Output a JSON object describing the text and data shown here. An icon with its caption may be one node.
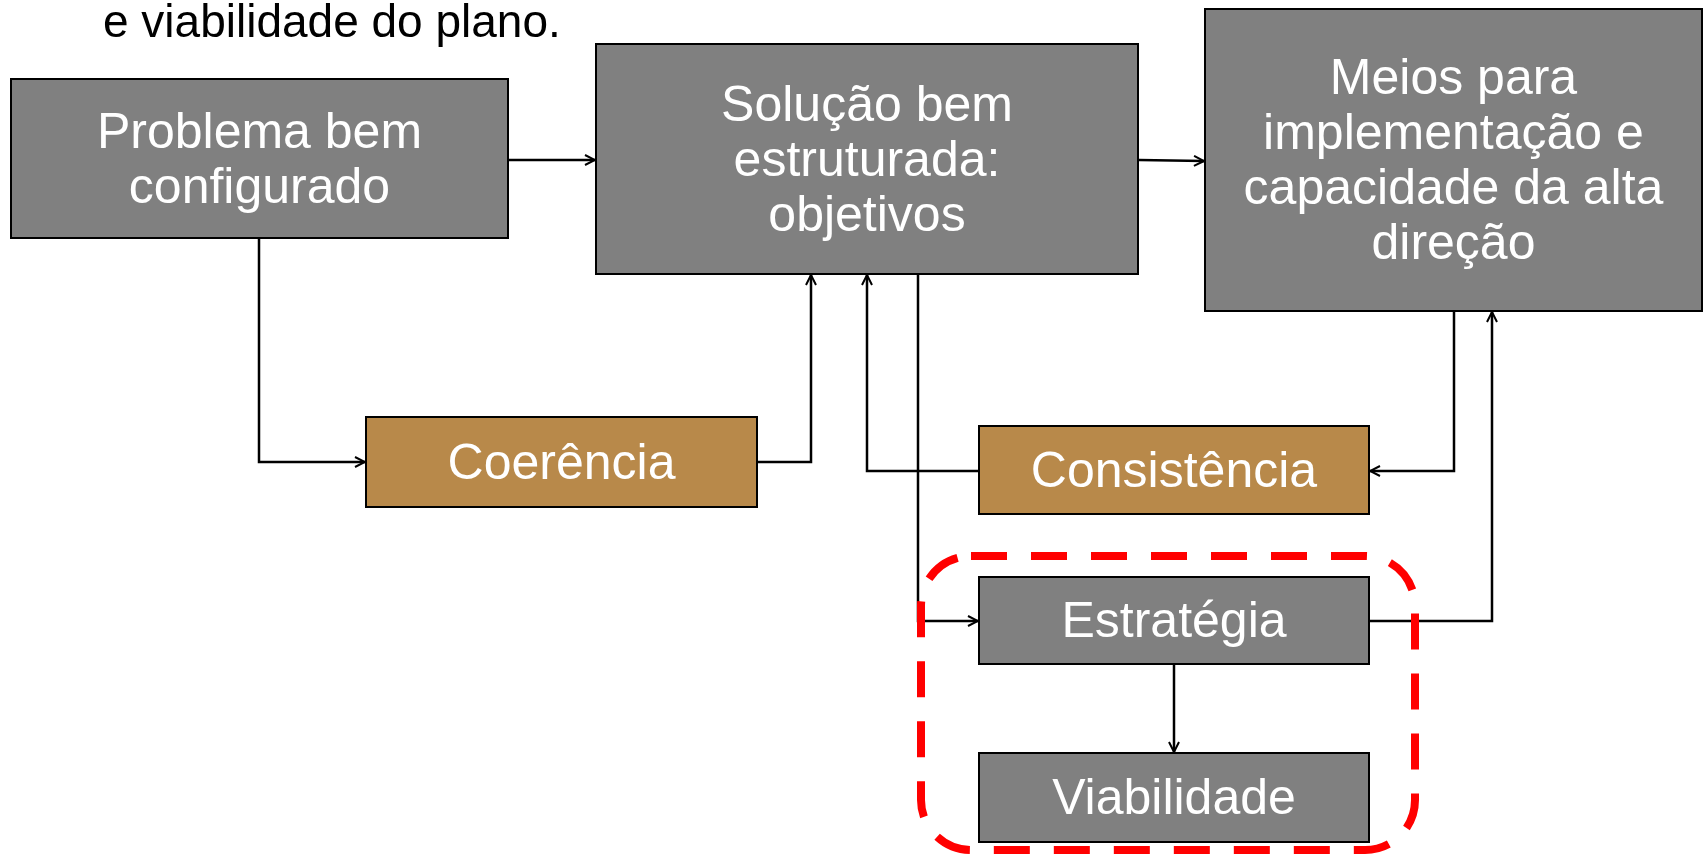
{
  "diagram": {
    "nodes": [
      {
        "text": [
          "Problema bem configurado"
        ]
      },
      {
        "text": [
          "Solução bem estruturada: objetivos"
        ]
      },
      {
        "text": [
          "Meios para implementação e capacidade da alta direção"
        ]
      },
      {
        "text": [
          "Coerência"
        ]
      },
      {
        "text": [
          "Consistência"
        ]
      },
      {
        "text": [],
        "shape": "box"
      },
      {
        "text": [
          "Estratégia"
        ],
        "in": 5
      },
      {
        "text": [
          "Viabilidade"
        ],
        "in": 5
      }
    ],
    "edges": [
      {
        "from": 0,
        "to": 1,
        "arrow": "to"
      },
      {
        "from": 0,
        "to": 3,
        "arrow": "to"
      },
      {
        "from": 3,
        "to": 1,
        "arrow": "to"
      },
      {
        "from": 1,
        "to": 2,
        "arrow": "to"
      },
      {
        "from": 2,
        "to": 4,
        "arrow": "to"
      },
      {
        "from": 4,
        "to": 1,
        "arrow": "to"
      },
      {
        "from": 1,
        "to": 6,
        "arrow": "to"
      },
      {
        "from": 6,
        "to": 2,
        "arrow": "to"
      },
      {
        "from": 6,
        "to": 7,
        "arrow": "to"
      }
    ],
    "labels": [
      "e viabilidade do plano."
    ]
  }
}
